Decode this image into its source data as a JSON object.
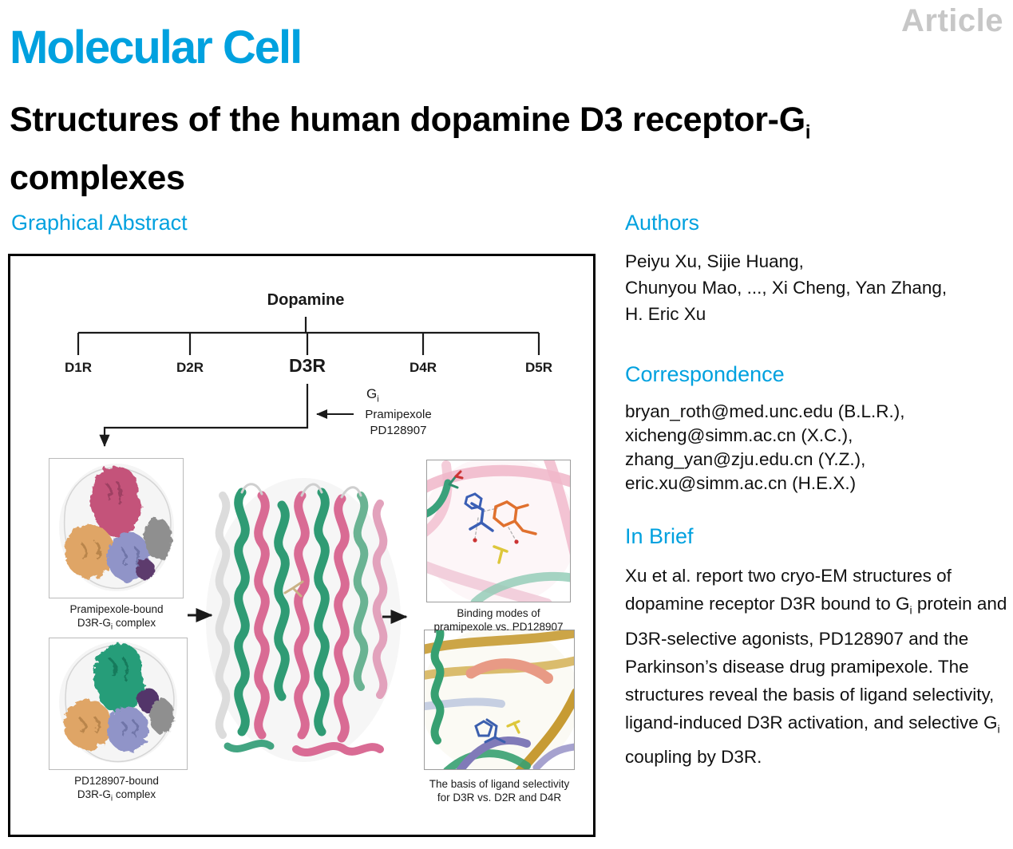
{
  "colors": {
    "accent_cyan": "#00a1df",
    "article_gray": "#c7c7c7",
    "figure_palette": {
      "receptor_pramipexole_pink": "#c4537a",
      "receptor_pd128907_green": "#259d79",
      "g_alpha_tan": "#dfa566",
      "g_beta_purple": "#9094c8",
      "g_gamma_gray": "#8f8f8f",
      "ribbon_green": "#2f9b74",
      "ribbon_pink": "#d96b94"
    }
  },
  "icons": {
    "tree_branch_arrow": "arrow-down-icon",
    "gi_arrow": "arrow-left-icon",
    "panel_flow_arrow": "arrow-right-icon"
  },
  "header": {
    "article_label": "Article",
    "journal": "Molecular Cell",
    "title_pre": "Structures of the human dopamine D3 receptor-G",
    "title_sub": "i",
    "title_line2": "complexes"
  },
  "graphical_abstract": {
    "heading": "Graphical Abstract",
    "tree": {
      "root": "Dopamine",
      "receptors": [
        "D1R",
        "D2R",
        "D3R",
        "D4R",
        "D5R"
      ],
      "gi_pre": "G",
      "gi_sub": "i",
      "ligand_line1": "Pramipexole",
      "ligand_line2": "PD128907"
    },
    "captions": {
      "left_top_line1": "Pramipexole-bound",
      "left_top_line2_pre": "D3R-G",
      "left_top_line2_sub": "i",
      "left_top_line2_post": " complex",
      "left_bottom_line1": "PD128907-bound",
      "left_bottom_line2_pre": "D3R-G",
      "left_bottom_line2_sub": "i",
      "left_bottom_line2_post": " complex",
      "right_top_line1": "Binding modes of",
      "right_top_line2": "pramipexole vs. PD128907",
      "right_bottom_line1": "The basis of ligand selectivity",
      "right_bottom_line2": "for D3R vs. D2R and D4R"
    }
  },
  "authors": {
    "heading": "Authors",
    "lines": [
      "Peiyu Xu, Sijie Huang,",
      "Chunyou Mao, ..., Xi Cheng, Yan Zhang,",
      "H. Eric Xu"
    ]
  },
  "correspondence": {
    "heading": "Correspondence",
    "lines": [
      "bryan_roth@med.unc.edu (B.L.R.),",
      "xicheng@simm.ac.cn (X.C.),",
      "zhang_yan@zju.edu.cn (Y.Z.),",
      "eric.xu@simm.ac.cn (H.E.X.)"
    ]
  },
  "in_brief": {
    "heading": "In Brief",
    "seg1": "Xu et al. report two cryo-EM structures of dopamine receptor D3R bound to G",
    "sub1": "i",
    "seg2": " protein and D3R-selective agonists, PD128907 and the Parkinson’s disease drug pramipexole. The structures reveal the basis of ligand selectivity, ligand-induced D3R activation, and selective G",
    "sub2": "i",
    "seg3": " coupling by D3R."
  }
}
